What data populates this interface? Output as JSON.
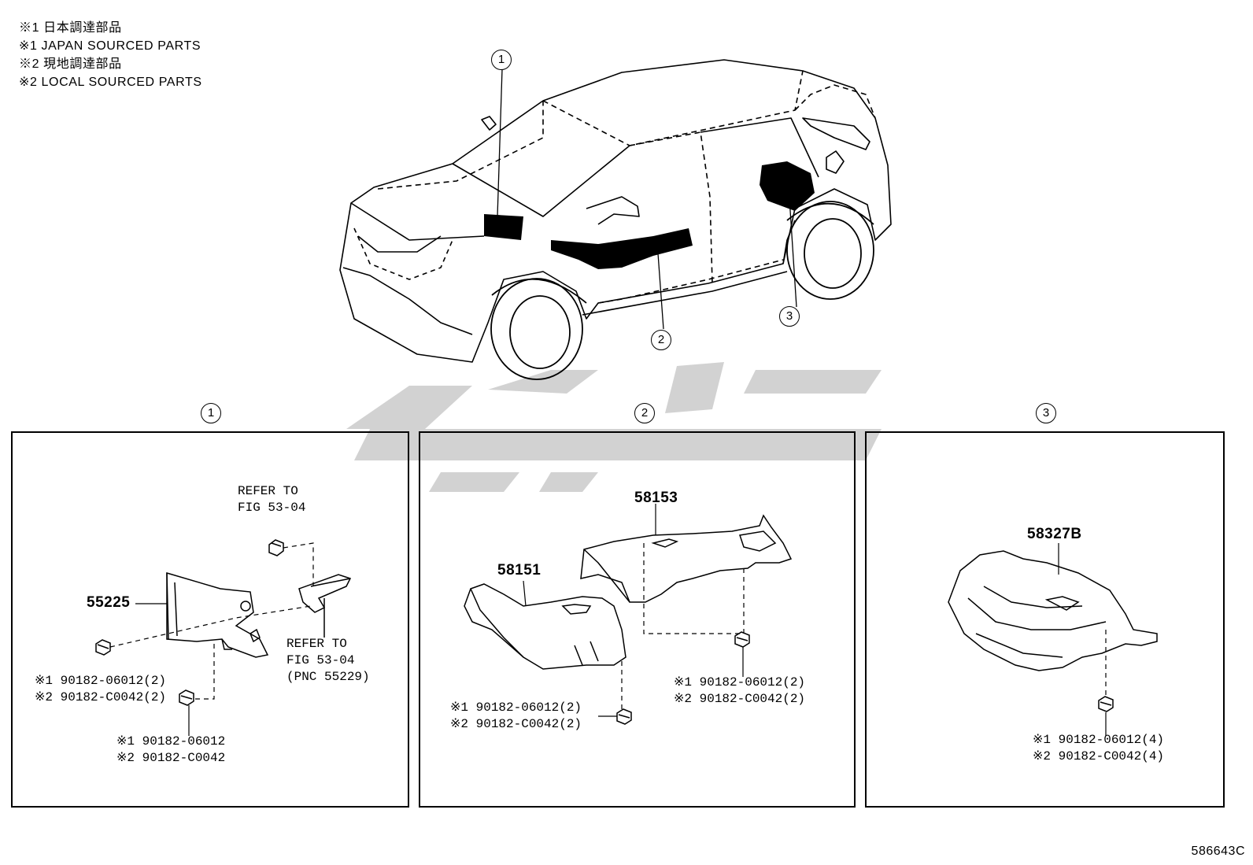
{
  "legend": [
    "※1 日本調達部品",
    "※1 JAPAN SOURCED PARTS",
    "※2 現地調達部品",
    "※2 LOCAL SOURCED PARTS"
  ],
  "callouts": {
    "c1": "1",
    "c2": "2",
    "c3": "3"
  },
  "panel1": {
    "refer_top": [
      "REFER TO",
      "FIG 53-04"
    ],
    "refer_bottom": [
      "REFER TO",
      "FIG 53-04",
      "(PNC 55229)"
    ],
    "part": "55225",
    "nut_left": [
      "※1 90182-06012(2)",
      "※2 90182-C0042(2)"
    ],
    "nut_bottom": [
      "※1 90182-06012",
      "※2 90182-C0042"
    ]
  },
  "panel2": {
    "part_a": "58153",
    "part_b": "58151",
    "nut_left": [
      "※1 90182-06012(2)",
      "※2 90182-C0042(2)"
    ],
    "nut_right": [
      "※1 90182-06012(2)",
      "※2 90182-C0042(2)"
    ]
  },
  "panel3": {
    "part": "58327B",
    "nut": [
      "※1 90182-06012(4)",
      "※2 90182-C0042(4)"
    ]
  },
  "figure_id": "586643C"
}
